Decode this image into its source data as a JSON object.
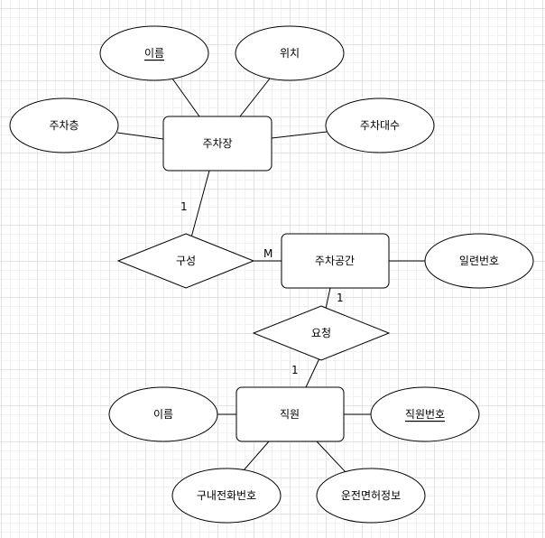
{
  "entities": {
    "parking_lot": "주차장",
    "parking_space": "주차공간",
    "employee": "직원"
  },
  "relationships": {
    "composition": "구성",
    "request": "요청"
  },
  "attributes": {
    "lot_name": "이름",
    "location": "위치",
    "floors": "주차층",
    "capacity": "주차대수",
    "serial_number": "일련번호",
    "employee_name": "이름",
    "employee_id": "직원번호",
    "extension_phone": "구내전화번호",
    "license_info": "운전면허정보"
  },
  "primary_keys": [
    "lot_name",
    "employee_id"
  ],
  "cardinalities": {
    "lot_to_composition": "1",
    "composition_to_space": "M",
    "space_to_request": "1",
    "request_to_employee": "1"
  },
  "colors": {
    "stroke": "#000000",
    "fill": "#ffffff",
    "grid": "#e3e3e3"
  }
}
